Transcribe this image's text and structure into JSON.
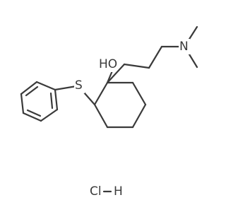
{
  "molecule": {
    "atoms": {
      "oh": "HO",
      "n": "N",
      "s": "S",
      "cl": "Cl",
      "h": "H"
    }
  }
}
